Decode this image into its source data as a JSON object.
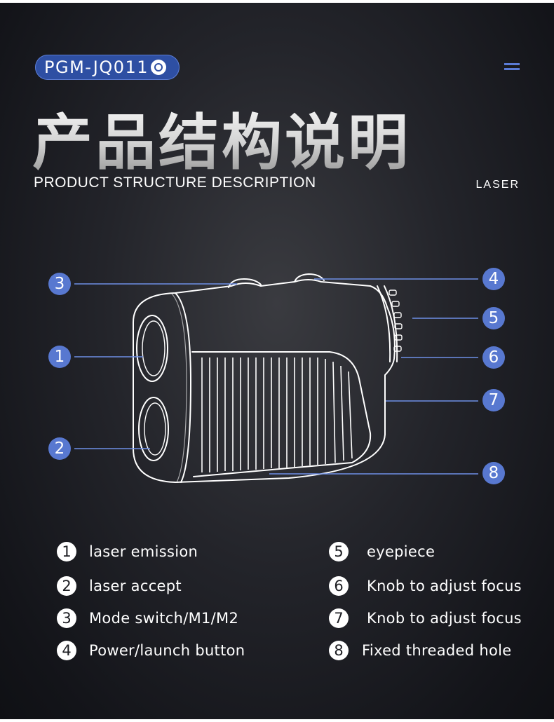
{
  "badge": {
    "model": "PGM-JQ011",
    "logo_icon": "brand-logo-icon"
  },
  "header": {
    "title": "产品结构说明",
    "subtitle": "PRODUCT STRUCTURE DESCRIPTION",
    "tag": "LASER",
    "menu_icon": "menu-icon"
  },
  "colors": {
    "accent": "#5878d0",
    "badge": "#2e4fa3",
    "line": "#6e8fe6",
    "background": "#1a1b20"
  },
  "callouts": [
    "1",
    "2",
    "3",
    "4",
    "5",
    "6",
    "7",
    "8"
  ],
  "legend": [
    {
      "num": "1",
      "label": "laser emission"
    },
    {
      "num": "2",
      "label": "laser accept"
    },
    {
      "num": "3",
      "label": "Mode switch/M1/M2"
    },
    {
      "num": "4",
      "label": "Power/launch button"
    },
    {
      "num": "5",
      "label": "eyepiece"
    },
    {
      "num": "6",
      "label": "Knob to adjust focus"
    },
    {
      "num": "7",
      "label": "Knob to adjust focus"
    },
    {
      "num": "8",
      "label": "Fixed threaded hole"
    }
  ]
}
